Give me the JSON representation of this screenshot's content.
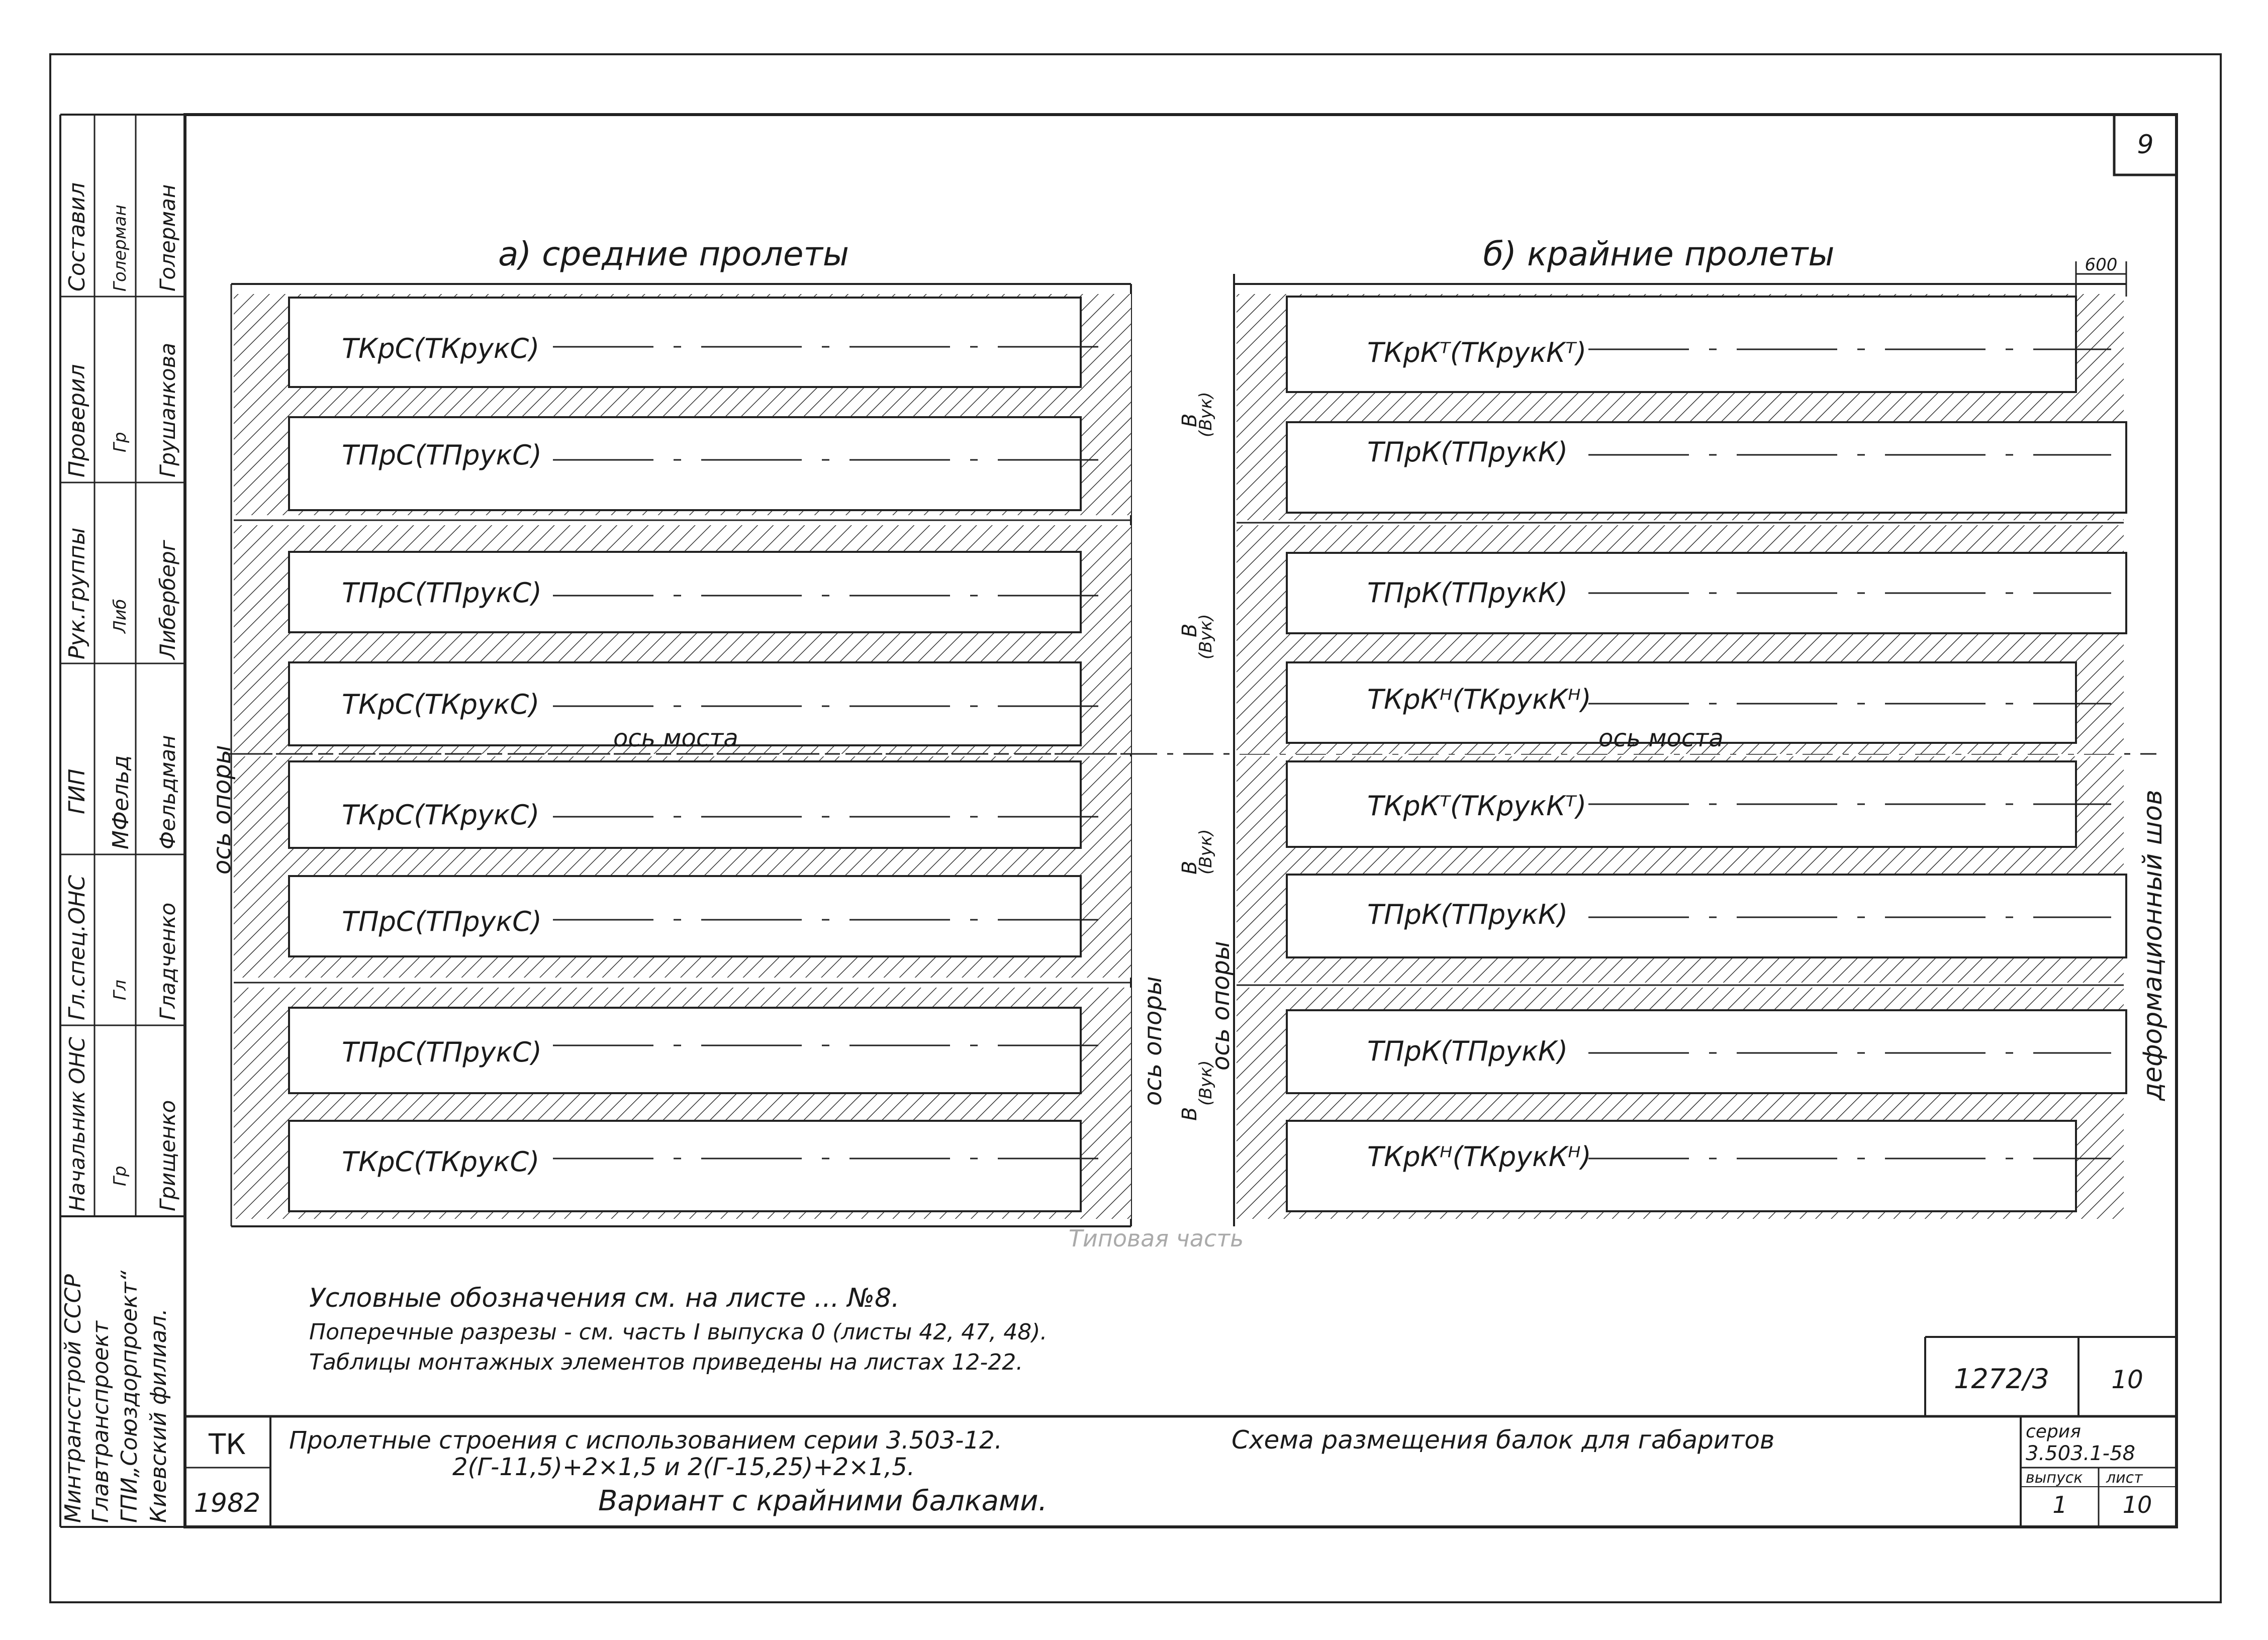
{
  "sheet_number": "9",
  "stamp_columns": [
    {
      "role": "Составил",
      "name": "Голерман",
      "sig": "Голерман"
    },
    {
      "role": "Проверил",
      "name": "Грушанкова",
      "sig": "Гр"
    },
    {
      "role": "Рук.группы",
      "name": "Либерберг",
      "sig": "Либ"
    },
    {
      "role": "ГИП",
      "name": "Фельдман",
      "sig": "МФельд"
    },
    {
      "role": "Гл.спец.ОНС",
      "name": "Гладченко",
      "sig": "Гл"
    },
    {
      "role": "Начальник ОНС",
      "name": "Грищенко",
      "sig": "Гр"
    }
  ],
  "org": [
    "Минтрансстрой СССР",
    "Главтранспроект",
    "ГПИ„Союздорпроект“",
    "Киевский филиал."
  ],
  "left_plan": {
    "title": "а) средние пролеты",
    "beams": [
      "ТКрС(ТКрукС)",
      "ТПрС(ТПрукС)",
      "ТПрС(ТПрукС)",
      "ТКрС(ТКрукС)",
      "ТКрС(ТКрукС)",
      "ТПрС(ТПрукС)",
      "ТПрС(ТПрукС)",
      "ТКрС(ТКрукС)"
    ],
    "dim_label": "В",
    "dim_sub": "(Вук)",
    "axis_label": "ось моста",
    "support_axis_left": "ось опоры",
    "support_axis_right": "ось опоры"
  },
  "right_plan": {
    "title": "б) крайние пролеты",
    "beams": [
      "ТКрКᵀ(ТКрукКᵀ)",
      "ТПрК(ТПрукК)",
      "ТПрК(ТПрукК)",
      "ТКрКᴴ(ТКрукКᴴ)",
      "ТКрКᵀ(ТКрукКᵀ)",
      "ТПрК(ТПрукК)",
      "ТПрК(ТПрукК)",
      "ТКрКᴴ(ТКрукКᴴ)"
    ],
    "dim_600": "600",
    "axis_label": "ось моста",
    "support_axis": "ось опоры",
    "joint_label": "деформационный шов"
  },
  "notes": [
    "Условные обозначения см. на листе ... №8.",
    "Поперечные разрезы - см. часть I выпуска 0 (листы 42, 47, 48).",
    "Таблицы монтажных элементов приведены на листах 12-22."
  ],
  "faint_stamp": "Типовая часть",
  "code": "1272/3",
  "code_sheet": "10",
  "title_block": {
    "tk": "ТК",
    "year": "1982",
    "line1": "Пролетные строения с использованием серии 3.503-12.",
    "line2": "2(Г-11,5)+2×1,5 и 2(Г-15,25)+2×1,5.",
    "line3": "Вариант с крайними балками.",
    "scheme": "Схема размещения балок для габаритов",
    "series_label": "серия",
    "series": "3.503.1-58",
    "issue_label": "выпуск",
    "sheet_label": "лист",
    "issue": "1",
    "sheet": "10"
  }
}
